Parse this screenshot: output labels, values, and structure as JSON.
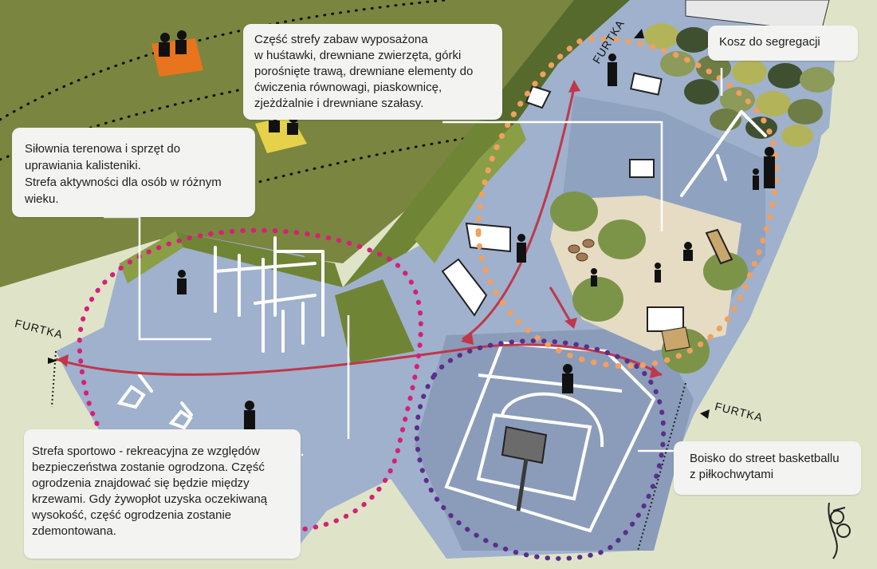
{
  "callouts": {
    "play_area": "Część strefy zabaw wyposażona\nw huśtawki, drewniane zwierzęta, górki\nporośnięte trawą, drewniane elementy do\nćwiczenia równowagi, piaskownicę,\nzjeżdżalnie i drewniane szałasy.",
    "waste_bin": "Kosz do segregacji",
    "outdoor_gym": "Siłownia terenowa i sprzęt do\nuprawiania kalisteniki.\nStrefa aktywności dla osób w różnym\nwieku.",
    "sport_zone": "Strefa sportowo - rekreacyjna ze względów\nbezpieczeństwa zostanie ogrodzona. Część\nogrodzenia znajdować się będzie między\nkrzewami. Gdy żywopłot uzyska oczekiwaną\nwysokość, część ogrodzenia zostanie\nzdemontowana.",
    "basketball_court": "Boisko do street basketballu\nz piłkochwytami"
  },
  "gates": {
    "left": "FURTKA",
    "top": "FURTKA",
    "right": "FURTKA"
  },
  "colors": {
    "lawn": "#7a8540",
    "paving": "#9fb1cc",
    "hedge": "#8a9e45",
    "path_arrow": "#c0374a",
    "gym_zone_dots": "#d61f7a",
    "court_zone_dots": "#5a2e8c",
    "play_zone_dots": "#f0a060",
    "sand": "#e6dcc3",
    "callout_bg": "#f3f3f1"
  },
  "icons": [
    "gate-arrow-icon",
    "mermaid-emblem-icon"
  ]
}
